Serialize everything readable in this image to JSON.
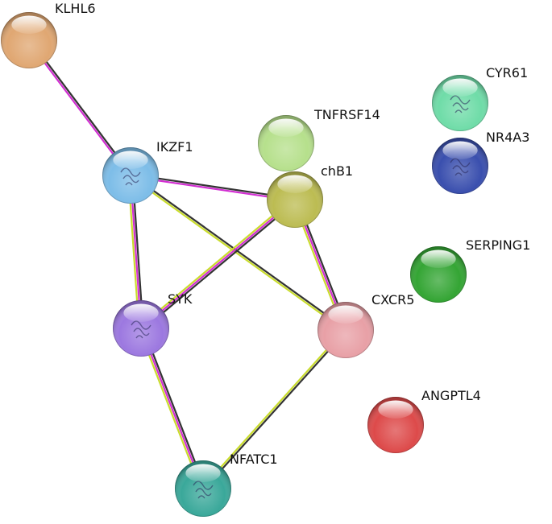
{
  "network": {
    "nodes": [
      {
        "id": "KLHL6",
        "label": "KLHL6",
        "color": "#e0a772",
        "has_structure": false
      },
      {
        "id": "IKZF1",
        "label": "IKZF1",
        "color": "#7dbde8",
        "has_structure": true
      },
      {
        "id": "TNFRSF14",
        "label": "TNFRSF14",
        "color": "#b6e08c",
        "has_structure": false
      },
      {
        "id": "chB1",
        "label": "chB1",
        "color": "#bcbc52",
        "has_structure": false
      },
      {
        "id": "CYR61",
        "label": "CYR61",
        "color": "#6fdca8",
        "has_structure": true
      },
      {
        "id": "NR4A3",
        "label": "NR4A3",
        "color": "#3a4fae",
        "has_structure": true
      },
      {
        "id": "SERPING1",
        "label": "SERPING1",
        "color": "#34a534",
        "has_structure": false
      },
      {
        "id": "SYK",
        "label": "SYK",
        "color": "#9c78e0",
        "has_structure": true
      },
      {
        "id": "CXCR5",
        "label": "CXCR5",
        "color": "#e8a0a6",
        "has_structure": false
      },
      {
        "id": "ANGPTL4",
        "label": "ANGPTL4",
        "color": "#dd4a4a",
        "has_structure": false
      },
      {
        "id": "NFATC1",
        "label": "NFATC1",
        "color": "#3aa89a",
        "has_structure": true
      }
    ],
    "edges": [
      {
        "source": "KLHL6",
        "target": "IKZF1",
        "evidence": [
          "coexpression",
          "textmining"
        ]
      },
      {
        "source": "IKZF1",
        "target": "chB1",
        "evidence": [
          "coexpression",
          "textmining"
        ]
      },
      {
        "source": "IKZF1",
        "target": "SYK",
        "evidence": [
          "coexpression",
          "textmining",
          "experimental"
        ]
      },
      {
        "source": "IKZF1",
        "target": "CXCR5",
        "evidence": [
          "coexpression",
          "experimental"
        ]
      },
      {
        "source": "chB1",
        "target": "SYK",
        "evidence": [
          "coexpression",
          "textmining",
          "experimental"
        ]
      },
      {
        "source": "chB1",
        "target": "CXCR5",
        "evidence": [
          "coexpression",
          "textmining",
          "experimental"
        ]
      },
      {
        "source": "SYK",
        "target": "NFATC1",
        "evidence": [
          "coexpression",
          "textmining",
          "experimental"
        ]
      },
      {
        "source": "CXCR5",
        "target": "NFATC1",
        "evidence": [
          "coexpression",
          "experimental"
        ]
      }
    ],
    "edge_colors": {
      "coexpression": "#333333",
      "textmining": "#d22fd2",
      "experimental": "#c9dc2c"
    }
  }
}
